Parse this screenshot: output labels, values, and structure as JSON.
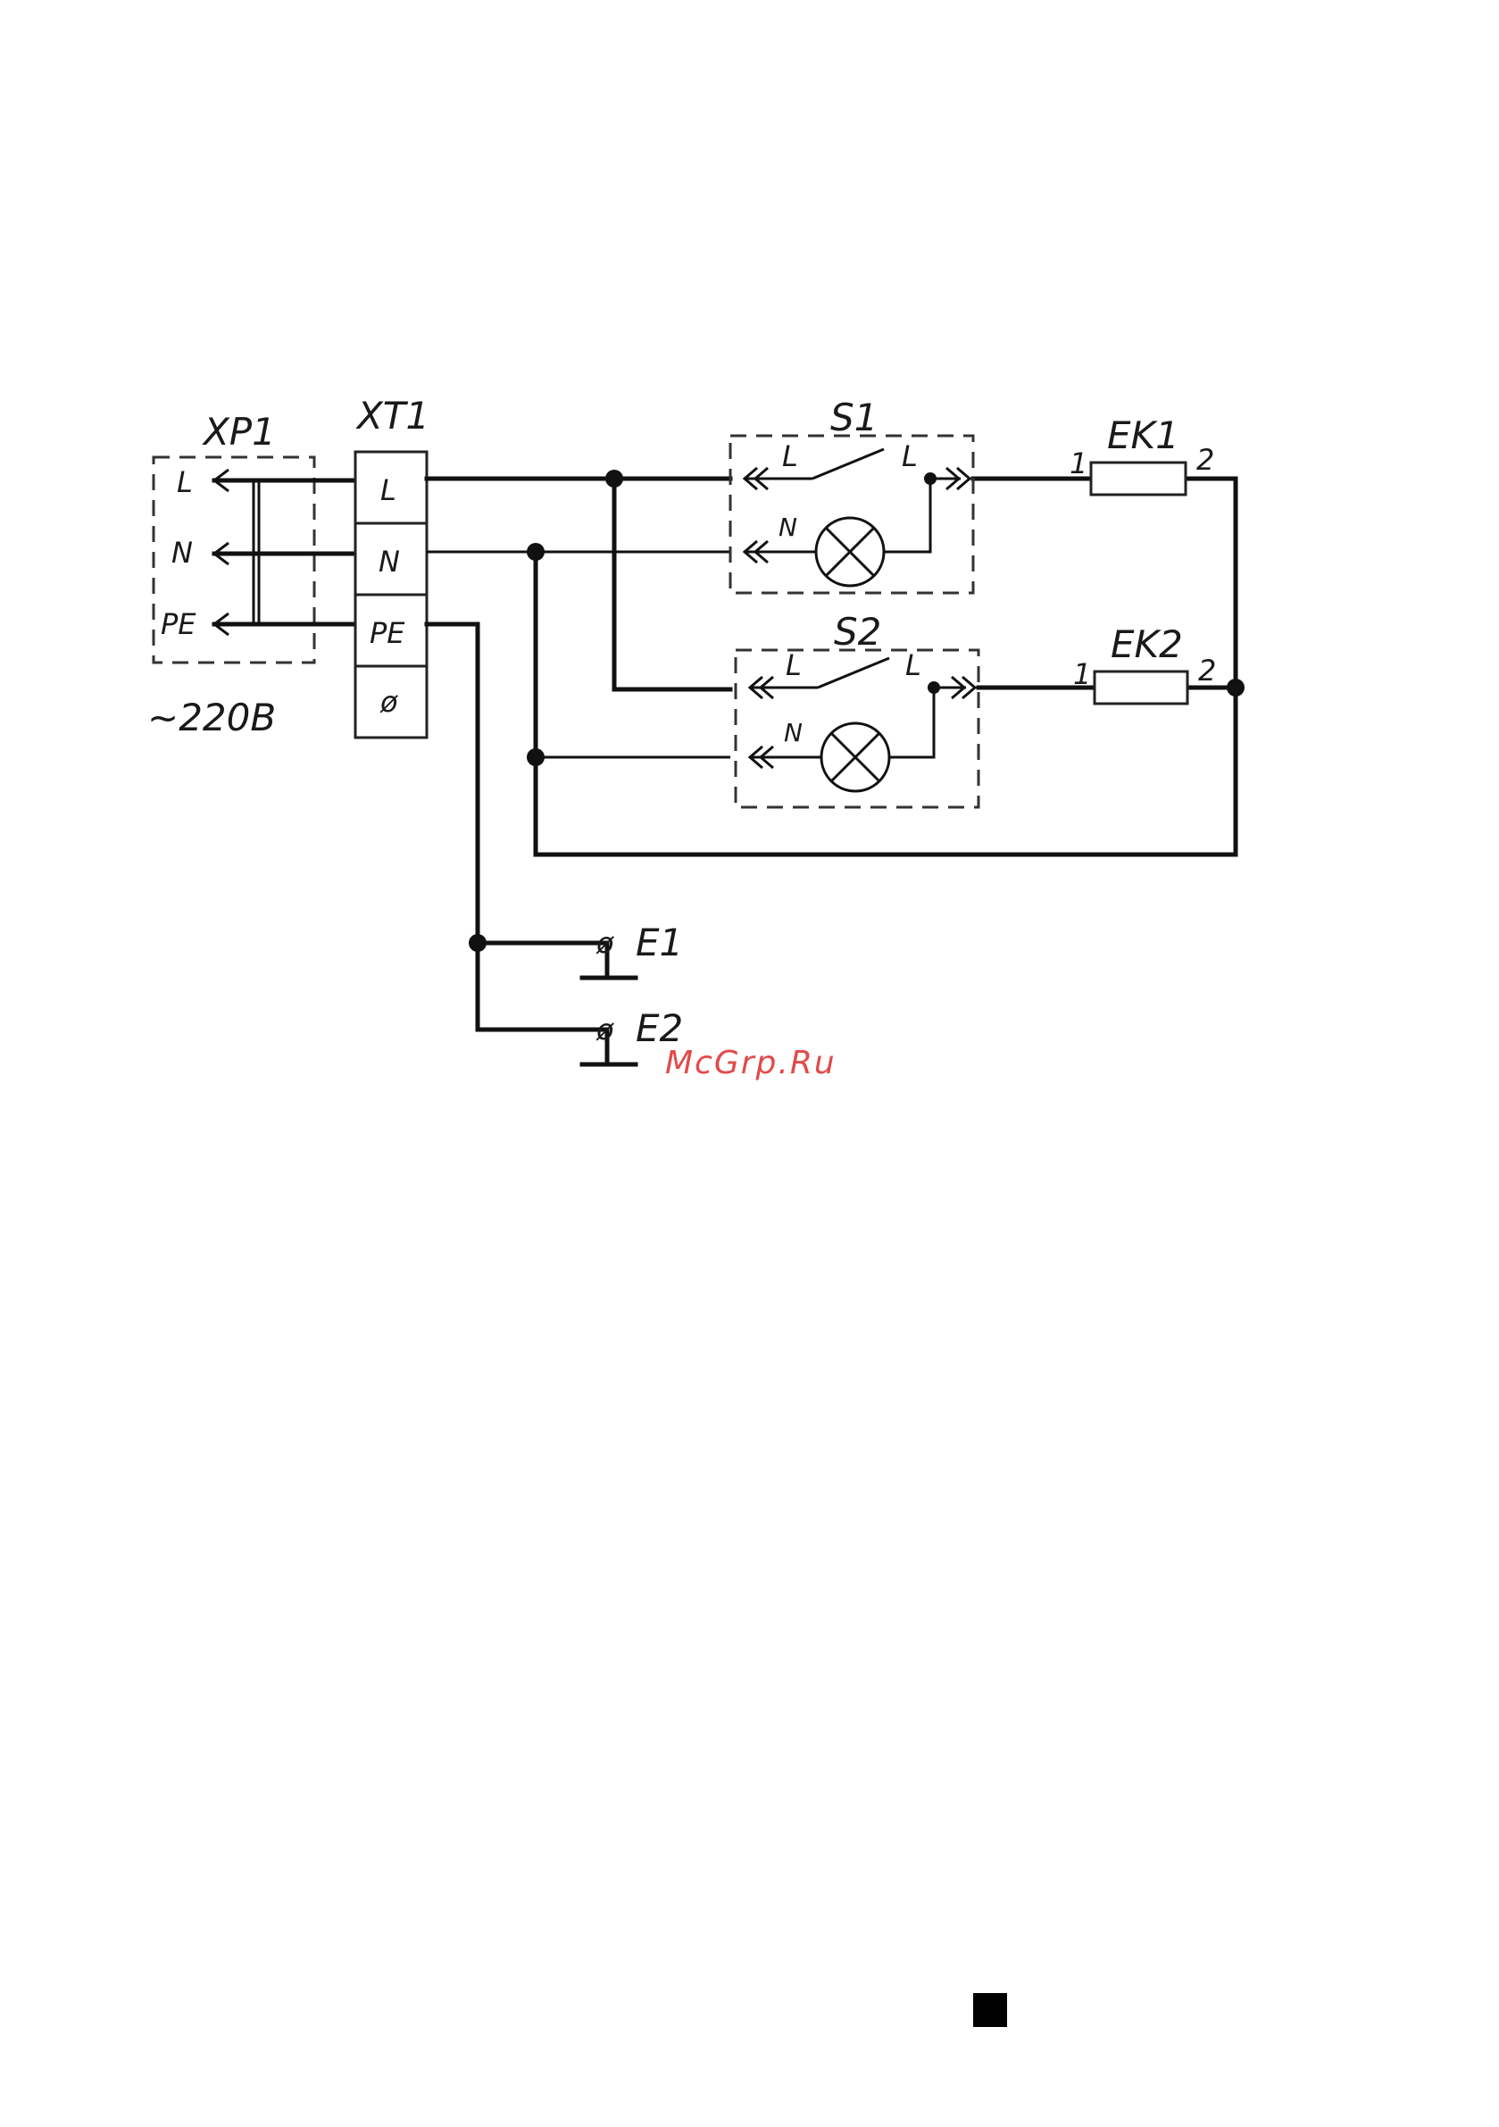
{
  "plug": {
    "title": "XP1",
    "pins": [
      "L",
      "N",
      "PE"
    ],
    "voltage": "~220В"
  },
  "terminal": {
    "title": "XT1",
    "pins": [
      "L",
      "N",
      "PE",
      "ø"
    ]
  },
  "switches": [
    {
      "title": "S1",
      "in_l": "L",
      "out_l": "L",
      "n": "N"
    },
    {
      "title": "S2",
      "in_l": "L",
      "out_l": "L",
      "n": "N"
    }
  ],
  "heaters": [
    {
      "title": "EK1",
      "pin1": "1",
      "pin2": "2"
    },
    {
      "title": "EK2",
      "pin1": "1",
      "pin2": "2"
    }
  ],
  "earths": [
    {
      "title": "E1",
      "symbol": "ø"
    },
    {
      "title": "E2",
      "symbol": "ø"
    }
  ],
  "watermark": "McGrp.Ru"
}
